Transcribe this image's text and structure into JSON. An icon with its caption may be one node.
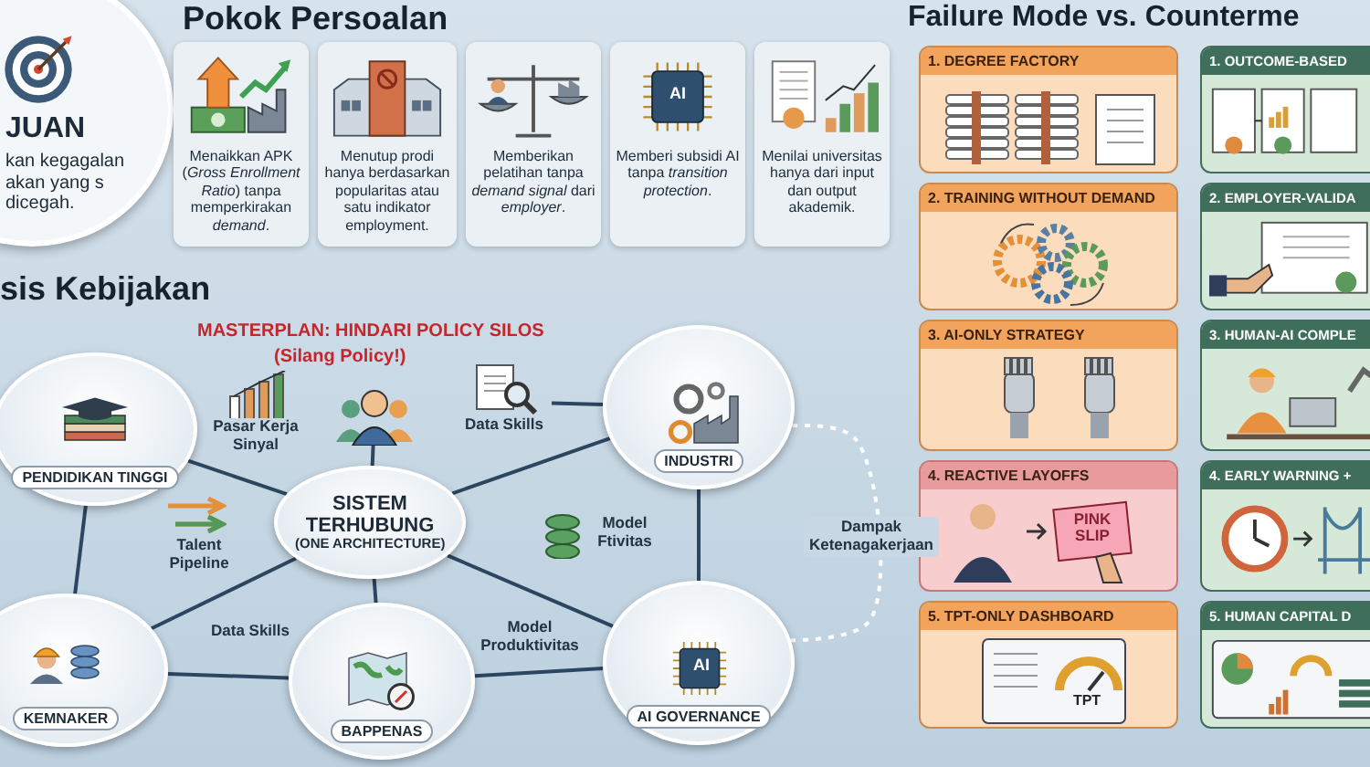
{
  "diagram": {
    "nodes": [
      {
        "text": [
          "JUAN",
          "kan kegagalan akan yang s dicegah."
        ]
      },
      {
        "text": [
          "Menaikkan APK (*Gross Enrollment Ratio*) tanpa memperkirakan *demand*."
        ]
      },
      {
        "text": [
          "Menutup prodi hanya berdasarkan popularitas atau satu indikator employment."
        ]
      },
      {
        "text": [
          "Memberikan pelatihan tanpa *demand signal* dari *employer*."
        ]
      },
      {
        "text": [
          "Memberi subsidi AI tanpa *transition protection*."
        ]
      },
      {
        "text": [
          "Menilai universitas hanya dari input dan output akademik."
        ]
      },
      {
        "text": [
          "PENDIDIKAN TINGGI"
        ]
      },
      {
        "text": [
          "KEMNAKER"
        ]
      },
      {
        "text": [
          "SISTEM TERHUBUNG",
          "(ONE ARCHITECTURE)"
        ]
      },
      {
        "text": [
          "INDUSTRI"
        ]
      },
      {
        "text": [
          "BAPPENAS"
        ]
      },
      {
        "text": [
          "AI GOVERNANCE"
        ]
      },
      {
        "text": [],
        "shape": "person"
      },
      {
        "text": [
          "Data Skills"
        ]
      },
      {
        "text": [
          "1. DEGREE FACTORY"
        ]
      },
      {
        "text": [
          "2. TRAINING WITHOUT DEMAND"
        ]
      },
      {
        "text": [
          "3. AI-ONLY STRATEGY"
        ]
      },
      {
        "text": [
          "4. REACTIVE LAYOFFS"
        ]
      },
      {
        "text": [
          "5. TPT-ONLY DASHBOARD"
        ]
      },
      {
        "text": [
          "1. OUTCOME-BASED"
        ]
      },
      {
        "text": [
          "2. EMPLOYER-VALIDA"
        ]
      },
      {
        "text": [
          "3. HUMAN-AI COMPLE"
        ]
      },
      {
        "text": [
          "4. EARLY WARNING +"
        ]
      },
      {
        "text": [
          "5. HUMAN CAPITAL D"
        ]
      }
    ],
    "edges": [
      {
        "from": 6,
        "to": 8,
        "arrow": "none"
      },
      {
        "from": 6,
        "to": 7,
        "arrow": "none"
      },
      {
        "from": 7,
        "to": 8,
        "arrow": "none"
      },
      {
        "from": 7,
        "to": 10,
        "arrow": "none"
      },
      {
        "from": 8,
        "to": 9,
        "arrow": "none"
      },
      {
        "from": 8,
        "to": 11,
        "arrow": "none"
      },
      {
        "from": 8,
        "to": 10,
        "arrow": "none"
      },
      {
        "from": 9,
        "to": 11,
        "arrow": "none"
      },
      {
        "from": 10,
        "to": 11,
        "arrow": "none"
      },
      {
        "from": 12,
        "to": 8,
        "arrow": "none"
      },
      {
        "from": 13,
        "to": 9,
        "arrow": "none"
      },
      {
        "from": 9,
        "to": 11,
        "arrow": "none",
        "label": "Dampak Ketenagakerjaan",
        "style": "dashed",
        "color": "#ffffff"
      }
    ],
    "labels": [
      "Pokok Persoalan",
      "sis Kebijakan",
      "MASTERPLAN: HINDARI POLICY SILOS",
      "(Silang Policy!)",
      "Pasar Kerja Sinyal",
      "Talent Pipeline",
      "Data Skills",
      "Model Ftivitas",
      "Model Produktivitas",
      "Failure Mode vs. Counterme",
      "PINK SLIP",
      "TPT",
      "AI",
      "AI"
    ]
  }
}
